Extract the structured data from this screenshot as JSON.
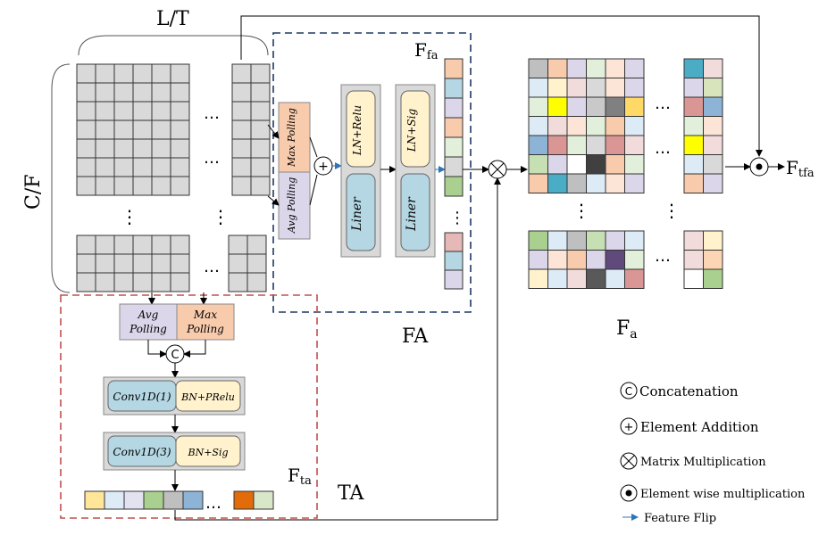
{
  "labels": {
    "lt": "L/T",
    "cf": "C/F",
    "ffa_main": "F",
    "ffa_sub": "fa",
    "fa_block": "FA",
    "ta_block": "TA",
    "fa_out_main": "F",
    "fa_out_sub": "a",
    "fta_main": "F",
    "fta_sub": "ta",
    "ftfa_main": "F",
    "ftfa_sub": "tfa"
  },
  "fa_module": {
    "max_polling": "Max Polling",
    "avg_polling": "Avg Polling",
    "ln_relu": "LN+Relu",
    "ln_sig": "LN+Sig",
    "liner1": "Liner",
    "liner2": "Liner"
  },
  "ta_module": {
    "avg_polling": "Avg Polling",
    "max_polling": "Max Polling",
    "conv1": "Conv1D(1)",
    "bn_prelu": "BN+PRelu",
    "conv3": "Conv1D(3)",
    "bn_sig": "BN+Sig"
  },
  "symbols": {
    "concat": "C",
    "add": "+",
    "ellipsis": "…",
    "vdots": "⋮"
  },
  "legend": [
    {
      "symbol": "C",
      "text": "Concatenation",
      "kind": "concat-icon"
    },
    {
      "symbol": "+",
      "text": "Element Addition",
      "kind": "add-icon"
    },
    {
      "symbol": "⊗",
      "text": "Matrix Multiplication",
      "kind": "matmul-icon"
    },
    {
      "symbol": "●",
      "text": "Element wise multiplication",
      "kind": "elemwise-icon"
    },
    {
      "symbol": "→",
      "text": "Feature Flip",
      "kind": "feature-flip-icon"
    }
  ],
  "colors": {
    "grid_fill": "#d9d9d9",
    "fa_box": "#1f3864",
    "ta_box": "#c0504d",
    "max_pool": "#f8cbad",
    "avg_pool": "#dcd6ea",
    "yellow_box": "#fff2cc",
    "blue_box": "#b4d7e3",
    "gray_box": "#bfbfbf",
    "flip_arrow": "#2e75b6"
  }
}
